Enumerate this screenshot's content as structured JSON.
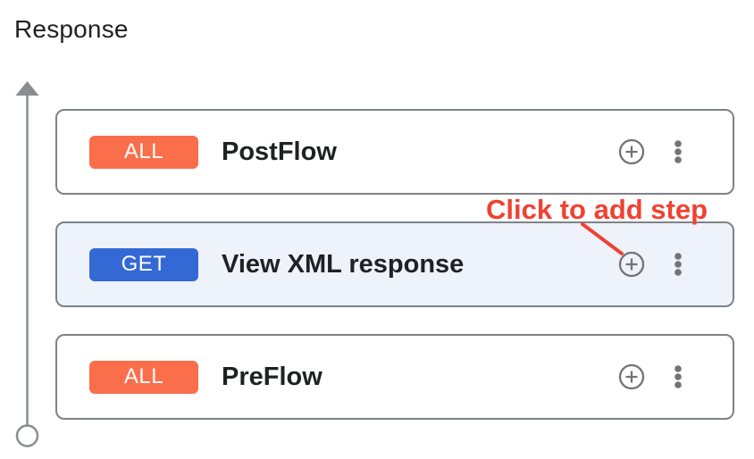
{
  "header": {
    "title": "Response"
  },
  "flow": {
    "cards": [
      {
        "method": "ALL",
        "name": "PostFlow",
        "highlighted": false
      },
      {
        "method": "GET",
        "name": "View XML response",
        "highlighted": true
      },
      {
        "method": "ALL",
        "name": "PreFlow",
        "highlighted": false
      }
    ]
  },
  "annotation": {
    "label": "Click to add step"
  },
  "icons": {
    "add_step": "plus-circle-icon",
    "more_options": "kebab-menu-icon",
    "flow_direction": "up-arrow-icon",
    "flow_start": "open-circle-icon"
  },
  "colors": {
    "badge_all": "#FA6E4B",
    "badge_get": "#3468D4",
    "card_border": "#7E8287",
    "highlight_card_bg": "#EDF2FB",
    "icon_gray": "#737373",
    "flow_line_gray": "#8A8D90",
    "annotation_red": "#F04132",
    "title_text": "#202124"
  }
}
